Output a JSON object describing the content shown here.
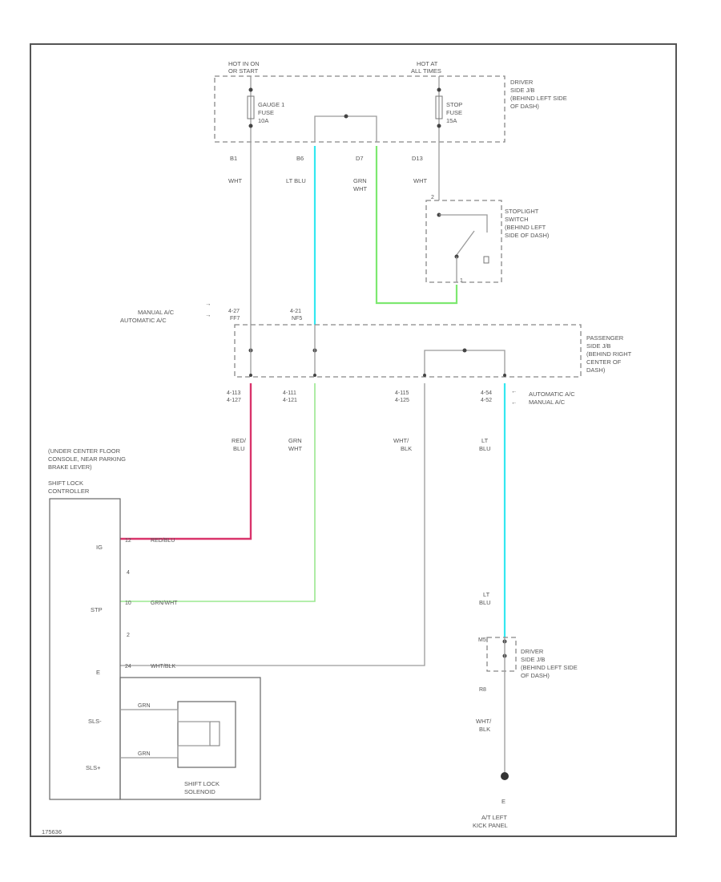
{
  "colors": {
    "frame": "#555555",
    "wire_default": "#9a9a9a",
    "wire_lt_blu": "#33e8f0",
    "wire_grn_wht": "#7de870",
    "wire_red_blu": "#d9336b",
    "wire_grn_wht_thin": "#9be890"
  },
  "top_sources": {
    "left": [
      "HOT IN ON",
      "OR START"
    ],
    "right": [
      "HOT AT",
      "ALL TIMES"
    ]
  },
  "driver_jb_top": {
    "title": [
      "DRIVER",
      "SIDE J/B",
      "(BEHIND LEFT SIDE",
      "OF DASH)"
    ],
    "fuse_left": [
      "GAUGE 1",
      "FUSE",
      "10A"
    ],
    "fuse_right": [
      "STOP",
      "FUSE",
      "15A"
    ]
  },
  "wires_top": [
    {
      "pin": "B1",
      "color_label": [
        "WHT"
      ]
    },
    {
      "pin": "B6",
      "color_label": [
        "LT BLU"
      ]
    },
    {
      "pin": "D7",
      "color_label": [
        "GRN",
        "WHT"
      ]
    },
    {
      "pin": "D13",
      "color_label": [
        "WHT"
      ]
    }
  ],
  "stoplight_switch": {
    "title": [
      "STOPLIGHT",
      "SWITCH",
      "(BEHIND LEFT",
      "SIDE OF DASH)"
    ],
    "pin_top": "2",
    "pin_bottom": "1"
  },
  "ac_selector_left": [
    "MANUAL A/C",
    "AUTOMATIC A/C"
  ],
  "passenger_jb": {
    "title": [
      "PASSENGER",
      "SIDE J/B",
      "(BEHIND RIGHT",
      "CENTER OF",
      "DASH)"
    ],
    "pin_a": [
      "4-27",
      "FF7"
    ],
    "pin_b": [
      "4-21",
      "NF5"
    ],
    "pin_c": [
      "4-113",
      "4-127"
    ],
    "pin_d": [
      "4-111",
      "4-121"
    ],
    "pin_e": [
      "4-115",
      "4-125"
    ],
    "pin_f": [
      "4-54",
      "4-52"
    ],
    "ac_selector_right": [
      "AUTOMATIC A/C",
      "MANUAL A/C"
    ]
  },
  "wires_mid": [
    {
      "color_label": [
        "RED/",
        "BLU"
      ]
    },
    {
      "color_label": [
        "GRN",
        "WHT"
      ]
    },
    {
      "color_label": [
        "WHT/",
        "BLK"
      ]
    },
    {
      "color_label": [
        "LT",
        "BLU"
      ]
    }
  ],
  "shift_lock": {
    "title": [
      "(UNDER CENTER FLOOR",
      "CONSOLE, NEAR PARKING",
      "BRAKE LEVER)",
      "SHIFT LOCK",
      "CONTROLLER"
    ],
    "pins": [
      {
        "name": "IG",
        "num": "12",
        "wire": "RED/BLU"
      },
      {
        "name": "",
        "num": "4",
        "wire": ""
      },
      {
        "name": "STP",
        "num": "10",
        "wire": "GRN/WHT"
      },
      {
        "name": "",
        "num": "2",
        "wire": ""
      },
      {
        "name": "E",
        "num": "24",
        "wire": "WHT/BLK"
      },
      {
        "name": "SLS-",
        "num": "",
        "wire": "GRN"
      },
      {
        "name": "SLS+",
        "num": "",
        "wire": "GRN"
      }
    ],
    "solenoid_label": [
      "SHIFT LOCK",
      "SOLENOID"
    ]
  },
  "driver_jb_bottom": {
    "title": [
      "DRIVER",
      "SIDE J/B",
      "(BEHIND LEFT SIDE",
      "OF DASH)"
    ],
    "pin_top": "M5",
    "pin_bottom": "R8",
    "wire_above": [
      "LT",
      "BLU"
    ],
    "wire_below": [
      "WHT/",
      "BLK"
    ]
  },
  "ground": {
    "id": "E",
    "label": [
      "A/T LEFT",
      "KICK PANEL"
    ]
  },
  "figure_code": "175636"
}
